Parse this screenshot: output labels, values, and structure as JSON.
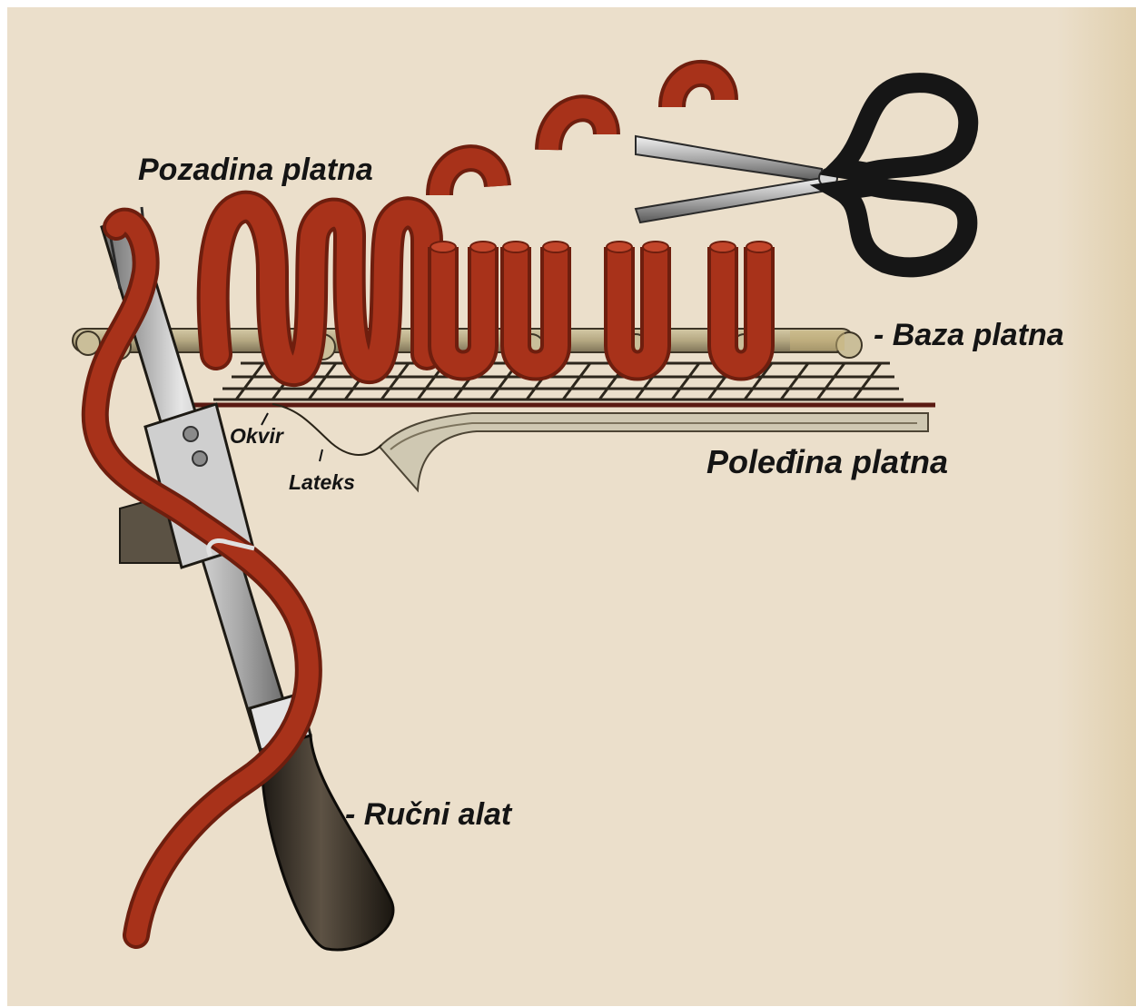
{
  "labels": {
    "pozadina": "Pozadina platna",
    "baza": "- Baza platna",
    "okvir": "Okvir",
    "lateks": "Lateks",
    "poledina": "Poleđina platna",
    "rucni": "- Ručni alat"
  },
  "colors": {
    "background": "#ebdfcb",
    "yarn": "#a8321a",
    "yarn_dark": "#6e1e0e",
    "rod": "#b5a882",
    "steel": "#b9b9b9",
    "handle": "#3c342a",
    "backing": "#cfc8b2"
  },
  "icons": {
    "scissors": "scissors-icon",
    "tool": "hand-tufting-tool-icon"
  }
}
